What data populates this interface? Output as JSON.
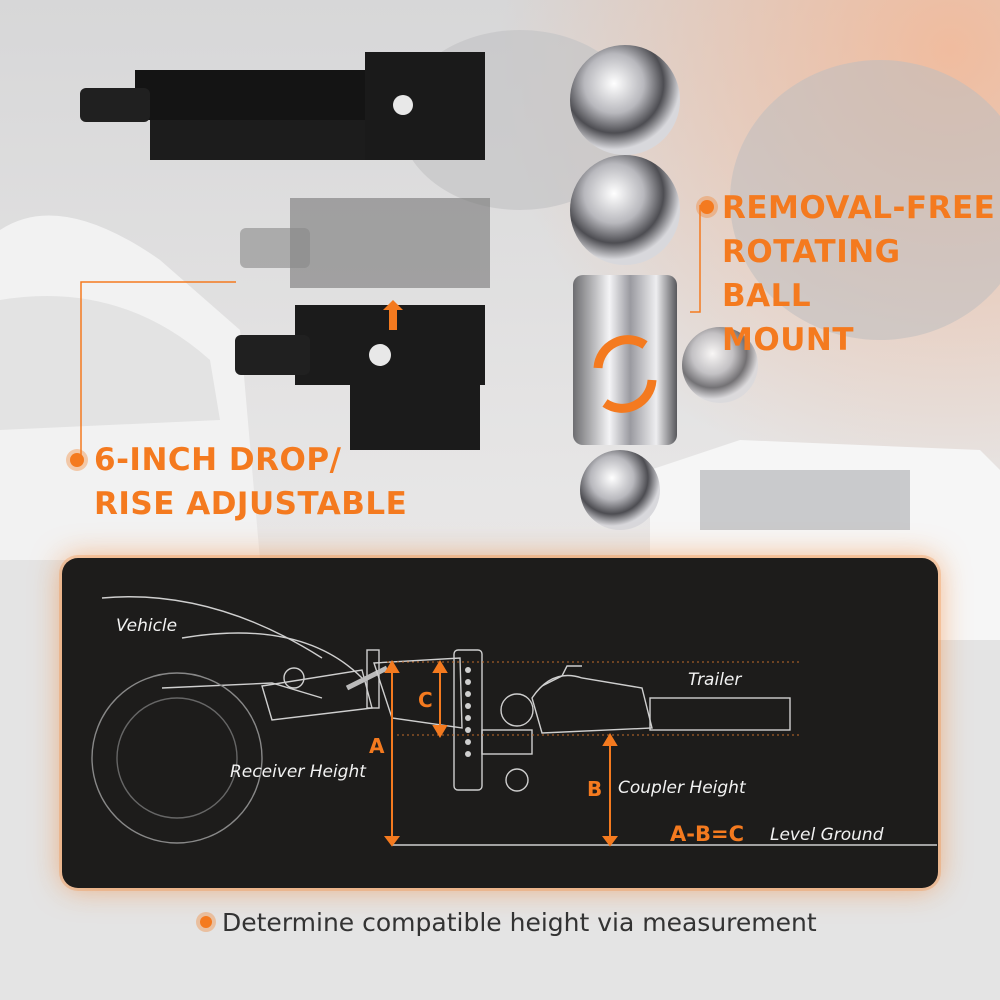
{
  "callouts": {
    "rotating": {
      "lines": [
        "REMOVAL-FREE",
        "ROTATING BALL",
        "MOUNT"
      ]
    },
    "drop": {
      "lines": [
        "6-INCH DROP/",
        "RISE ADJUSTABLE"
      ]
    }
  },
  "diagram": {
    "vehicle": "Vehicle",
    "trailer": "Trailer",
    "receiver_height": "Receiver Height",
    "coupler_height": "Coupler Height",
    "level_ground": "Level Ground",
    "letter_a": "A",
    "letter_b": "B",
    "letter_c": "C",
    "formula": "A-B=C"
  },
  "footer": {
    "text": "Determine compatible height via measurement"
  },
  "colors": {
    "accent": "#f47a1f",
    "panel": "#1d1c1b",
    "text_dark": "#333333"
  }
}
